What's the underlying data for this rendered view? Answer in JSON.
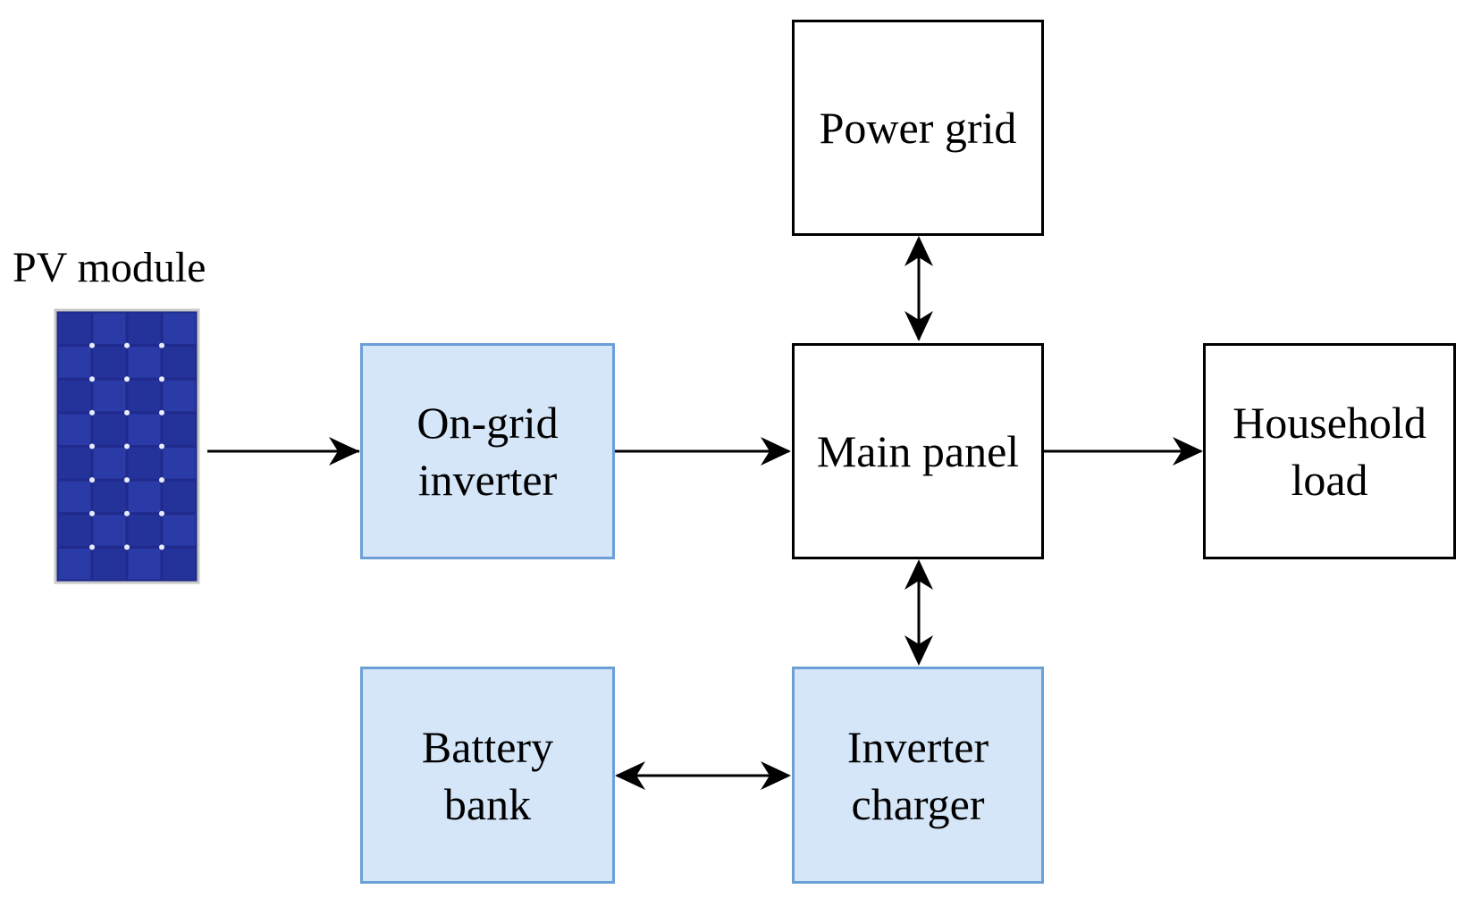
{
  "diagram": {
    "pv_module_label": "PV module",
    "nodes": {
      "power_grid": {
        "line1": "Power grid"
      },
      "on_grid_inverter": {
        "line1": "On-grid",
        "line2": "inverter"
      },
      "main_panel": {
        "line1": "Main panel"
      },
      "household_load": {
        "line1": "Household",
        "line2": "load"
      },
      "battery_bank": {
        "line1": "Battery",
        "line2": "bank"
      },
      "inverter_charger": {
        "line1": "Inverter",
        "line2": "charger"
      }
    },
    "edges": [
      {
        "from": "PV module",
        "to": "On-grid inverter",
        "direction": "forward"
      },
      {
        "from": "On-grid inverter",
        "to": "Main panel",
        "direction": "forward"
      },
      {
        "from": "Main panel",
        "to": "Household load",
        "direction": "forward"
      },
      {
        "from": "Power grid",
        "to": "Main panel",
        "direction": "both"
      },
      {
        "from": "Main panel",
        "to": "Inverter charger",
        "direction": "both"
      },
      {
        "from": "Battery bank",
        "to": "Inverter charger",
        "direction": "both"
      }
    ],
    "colors": {
      "blue_fill": "#d5e6f8",
      "blue_border": "#6c9fd6",
      "white_fill": "#ffffff",
      "line": "#000000",
      "pv_panel": "#1f2a8c"
    }
  }
}
